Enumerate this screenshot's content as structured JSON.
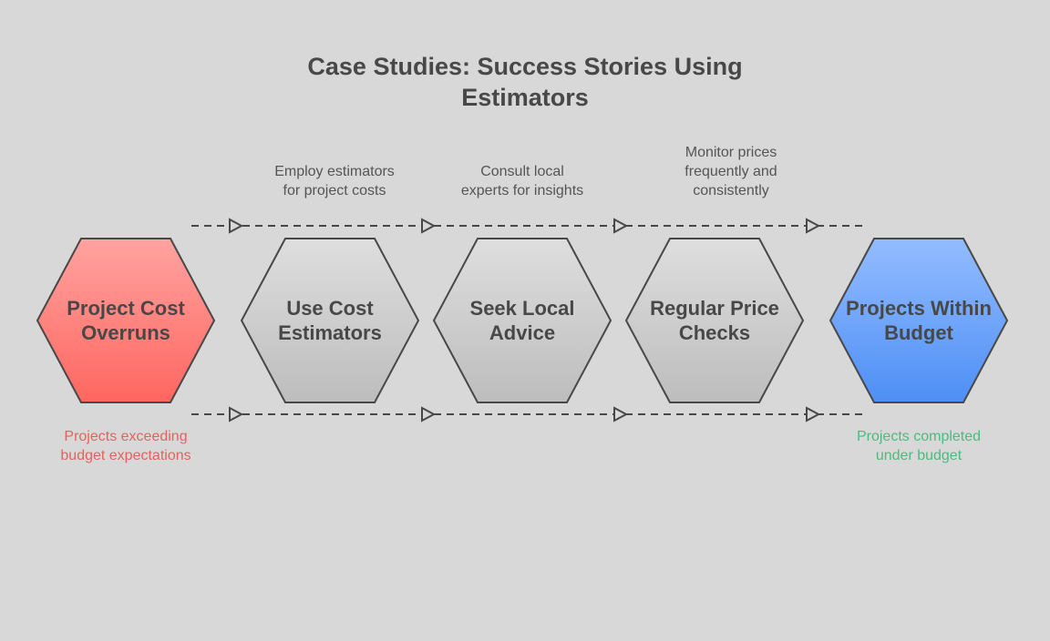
{
  "title": [
    "Case Studies: Success Stories Using",
    "Estimators"
  ],
  "steps": [
    {
      "label": [
        "Project Cost",
        "Overruns"
      ],
      "kind": "start",
      "note": [
        "Projects exceeding",
        "budget expectations"
      ]
    },
    {
      "label": [
        "Use Cost",
        "Estimators"
      ],
      "kind": "step",
      "note": [
        "Employ estimators",
        "for project costs"
      ]
    },
    {
      "label": [
        "Seek Local",
        "Advice"
      ],
      "kind": "step",
      "note": [
        "Consult local",
        "experts for insights"
      ]
    },
    {
      "label": [
        "Regular Price",
        "Checks"
      ],
      "kind": "step",
      "note": [
        "Monitor prices",
        "frequently and",
        "consistently"
      ]
    },
    {
      "label": [
        "Projects Within",
        "Budget"
      ],
      "kind": "end",
      "note": [
        "Projects completed",
        "under budget"
      ]
    }
  ],
  "colors": {
    "start_top": "#ffa3a0",
    "start_bottom": "#ff6660",
    "step_top": "#dedede",
    "step_bottom": "#bdbdbd",
    "end_top": "#94bcff",
    "end_bottom": "#4d8ff5",
    "start_note": "#e0645e",
    "end_note": "#4cbb80"
  }
}
